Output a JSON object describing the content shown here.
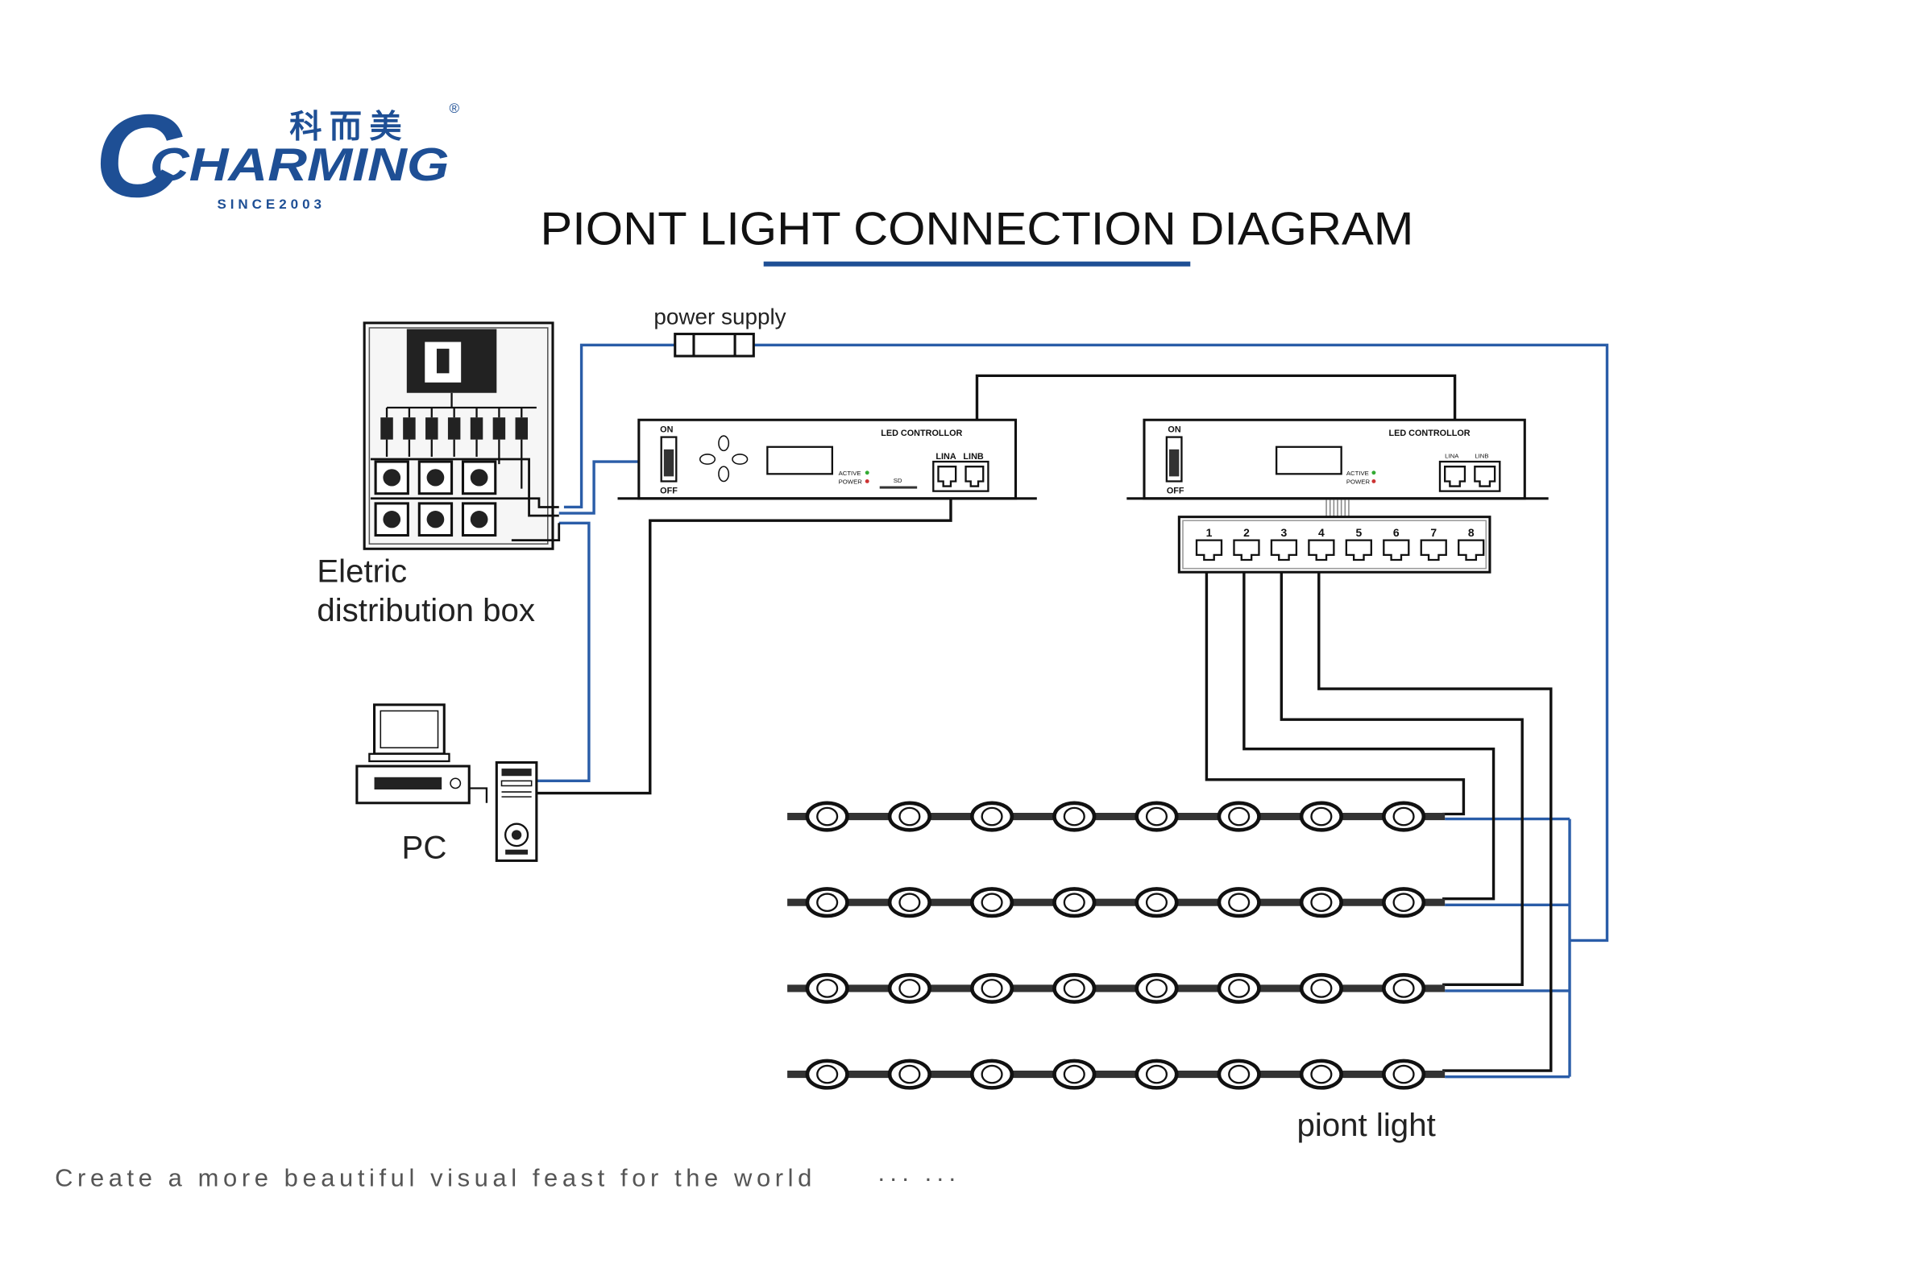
{
  "logo": {
    "brand": "CHARMING",
    "chinese": "科而美",
    "registered": "®",
    "since": "SINCE2003"
  },
  "title": "PIONT LIGHT CONNECTION DIAGRAM",
  "labels": {
    "power_supply": "power supply",
    "distribution_box_line1": "Eletric",
    "distribution_box_line2": "distribution box",
    "pc": "PC",
    "point_light": "piont light"
  },
  "controller_left": {
    "name": "LED CONTROLLOR",
    "on": "ON",
    "off": "OFF",
    "port_a": "LINA",
    "port_b": "LINB",
    "active": "ACTIVE",
    "power": "POWER",
    "sd": "SD"
  },
  "controller_right": {
    "name": "LED CONTROLLOR",
    "on": "ON",
    "off": "OFF",
    "port_a": "LINA",
    "port_b": "LINB",
    "active": "ACTIVE",
    "power": "POWER"
  },
  "switch_ports": [
    "1",
    "2",
    "3",
    "4",
    "5",
    "6",
    "7",
    "8"
  ],
  "tagline": "Create a more beautiful visual feast for the world",
  "tagline_suffix": "··· ···",
  "colors": {
    "brand_blue": "#1e4f95",
    "wire_blue": "#2a5da8",
    "wire_black": "#111111",
    "text_gray": "#555555"
  }
}
